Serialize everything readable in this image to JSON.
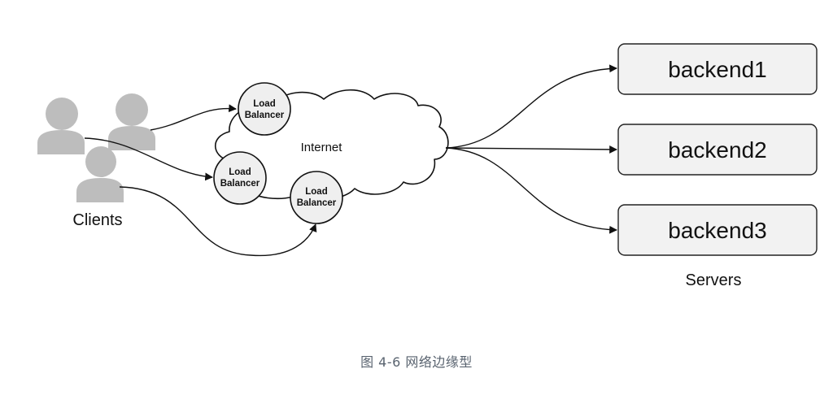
{
  "diagram": {
    "clients_label": "Clients",
    "internet_label": "Internet",
    "servers_label": "Servers",
    "load_balancers": [
      {
        "line1": "Load",
        "line2": "Balancer"
      },
      {
        "line1": "Load",
        "line2": "Balancer"
      },
      {
        "line1": "Load",
        "line2": "Balancer"
      }
    ],
    "backends": [
      "backend1",
      "backend2",
      "backend3"
    ]
  },
  "caption": "图 4-6 网络边缘型",
  "colors": {
    "client_icon": "#bdbdbd",
    "caption": "#5a6470",
    "box_fill": "#f2f2f2"
  }
}
